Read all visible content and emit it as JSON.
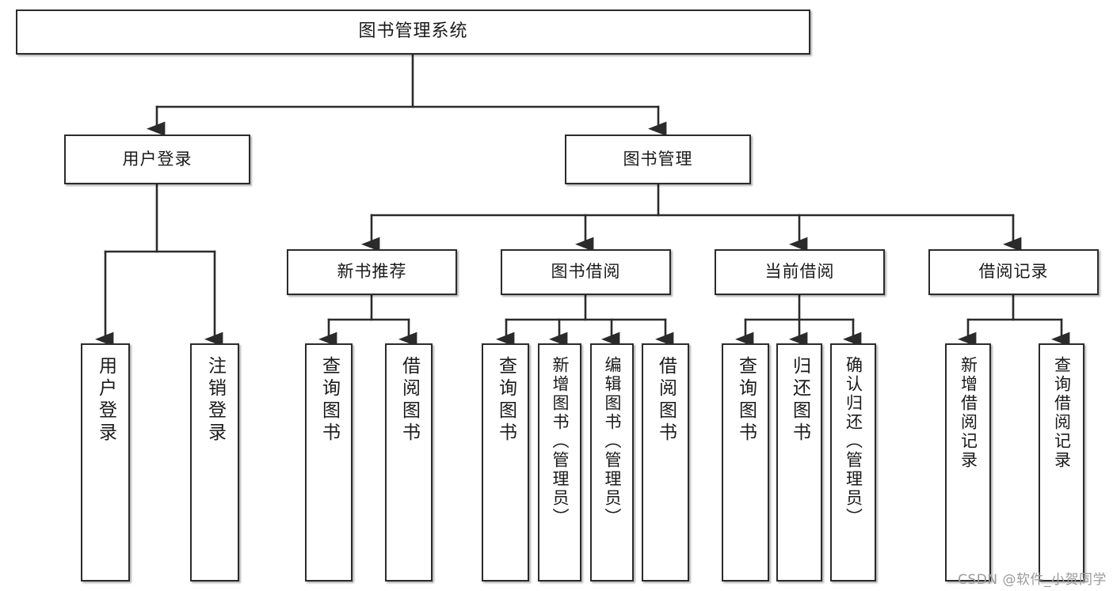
{
  "diagram": {
    "title": "图书管理系统",
    "type": "tree-hierarchy",
    "root": {
      "label": "图书管理系统"
    },
    "level2": [
      {
        "label": "用户登录"
      },
      {
        "label": "图书管理"
      }
    ],
    "level3": [
      {
        "label": "新书推荐"
      },
      {
        "label": "图书借阅"
      },
      {
        "label": "当前借阅"
      },
      {
        "label": "借阅记录"
      }
    ],
    "leaves": {
      "user_login": [
        {
          "label": "用户登录"
        },
        {
          "label": "注销登录"
        }
      ],
      "new_book_recommend": [
        {
          "label": "查询图书"
        },
        {
          "label": "借阅图书"
        }
      ],
      "book_borrow": [
        {
          "label": "查询图书"
        },
        {
          "label": "新增图书（管理员）"
        },
        {
          "label": "编辑图书（管理员）"
        },
        {
          "label": "借阅图书"
        }
      ],
      "current_borrow": [
        {
          "label": "查询图书"
        },
        {
          "label": "归还图书"
        },
        {
          "label": "确认归还（管理员）"
        }
      ],
      "borrow_record": [
        {
          "label": "新增借阅记录"
        },
        {
          "label": "查询借阅记录"
        }
      ]
    }
  },
  "watermark": {
    "text": "CSDN @软件_小贺同学"
  },
  "colors": {
    "stroke": "#2b2b2b",
    "fill": "#ffffff",
    "text": "#1a1a1a",
    "watermark": "#9a9a9a"
  }
}
